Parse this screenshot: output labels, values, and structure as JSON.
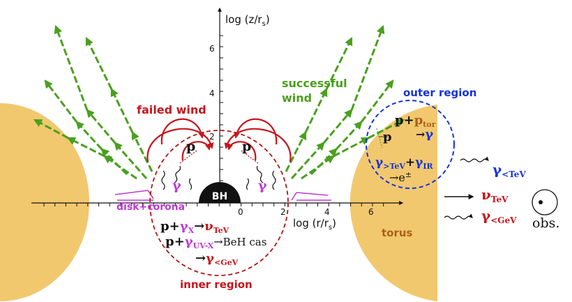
{
  "axes": {
    "y_label": "log (z/r",
    "y_label_sub": "s",
    "y_label_close": ")",
    "x_label": "log (r/r",
    "x_label_sub": "s",
    "x_label_close": ")",
    "y_ticks": [
      "2",
      "4",
      "6"
    ],
    "x_ticks": [
      "0",
      "2",
      "4",
      "6"
    ]
  },
  "labels": {
    "bh": "BH",
    "failed_wind": "failed wind",
    "successful_wind_1": "successful",
    "successful_wind_2": "wind",
    "outer_region": "outer region",
    "inner_region": "inner region",
    "disk_corona": "disk+corona",
    "torus": "torus",
    "obs": "obs.",
    "p": "p",
    "gamma": "γ",
    "nu": "ν",
    "e": "e",
    "pm": "±",
    "plus": "+",
    "arrow": "→",
    "sub_tor": "tor",
    "sub_tev_gt": ">TeV",
    "sub_ir": "IR",
    "sub_tev_lt": "<TeV",
    "sub_tev": "TeV",
    "sub_gev_lt": "<GeV",
    "sub_x": "X",
    "sub_uvx": "UV-X",
    "beh_cas": "BeH cas"
  },
  "colors": {
    "torus": "#f2c86e",
    "green": "#4aa01e",
    "red": "#c8151b",
    "blue": "#1532e0",
    "magenta": "#c03ad6",
    "brown": "#a8601a",
    "dark": "#111111"
  }
}
